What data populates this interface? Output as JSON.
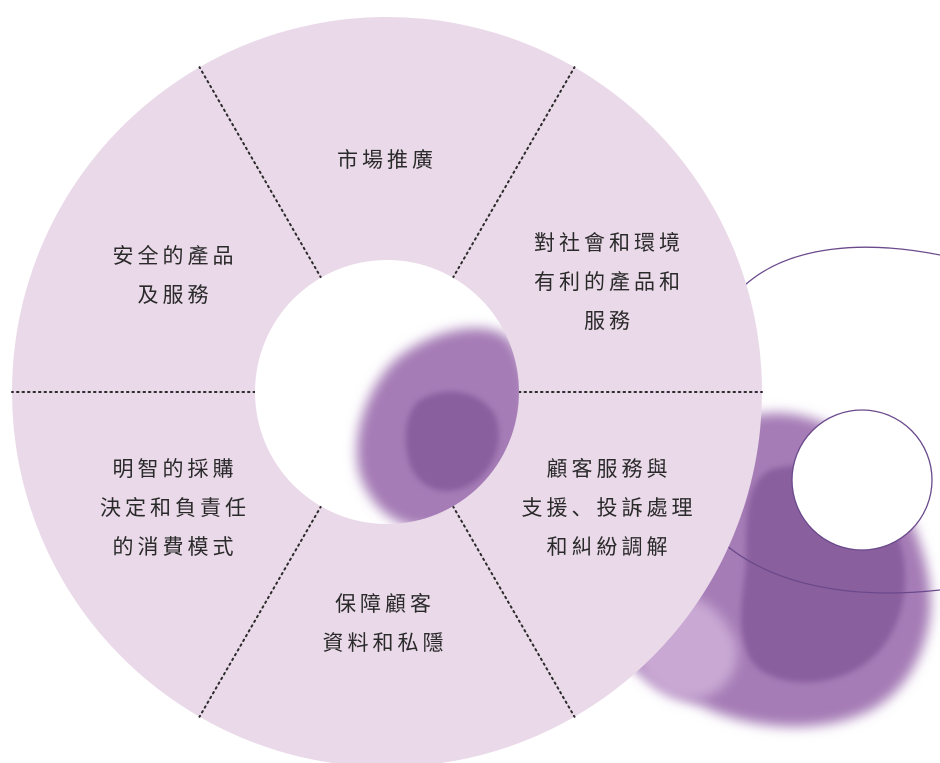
{
  "colors": {
    "wheel_fill": "#ead9e9",
    "divider": "#2b2b2b",
    "accent_line": "#6b4a8c",
    "watercolor_main": "#a57cb6",
    "watercolor_dark": "#8a5f9e",
    "watercolor_light": "#c9a9d4",
    "text": "#2a2a2a"
  },
  "wheel": {
    "segments": [
      {
        "id": "market-promotion",
        "lines": [
          "市場推廣"
        ]
      },
      {
        "id": "beneficial-products",
        "lines": [
          "對社會和環境",
          "有利的產品和",
          "服務"
        ]
      },
      {
        "id": "customer-service",
        "lines": [
          "顧客服務與",
          "支援、投訴處理",
          "和糾紛調解"
        ]
      },
      {
        "id": "data-privacy",
        "lines": [
          "保障顧客",
          "資料和私隱"
        ]
      },
      {
        "id": "responsible-consumption",
        "lines": [
          "明智的採購",
          "決定和負責任",
          "的消費模式"
        ]
      },
      {
        "id": "safe-products",
        "lines": [
          "安全的產品",
          "及服務"
        ]
      }
    ]
  }
}
